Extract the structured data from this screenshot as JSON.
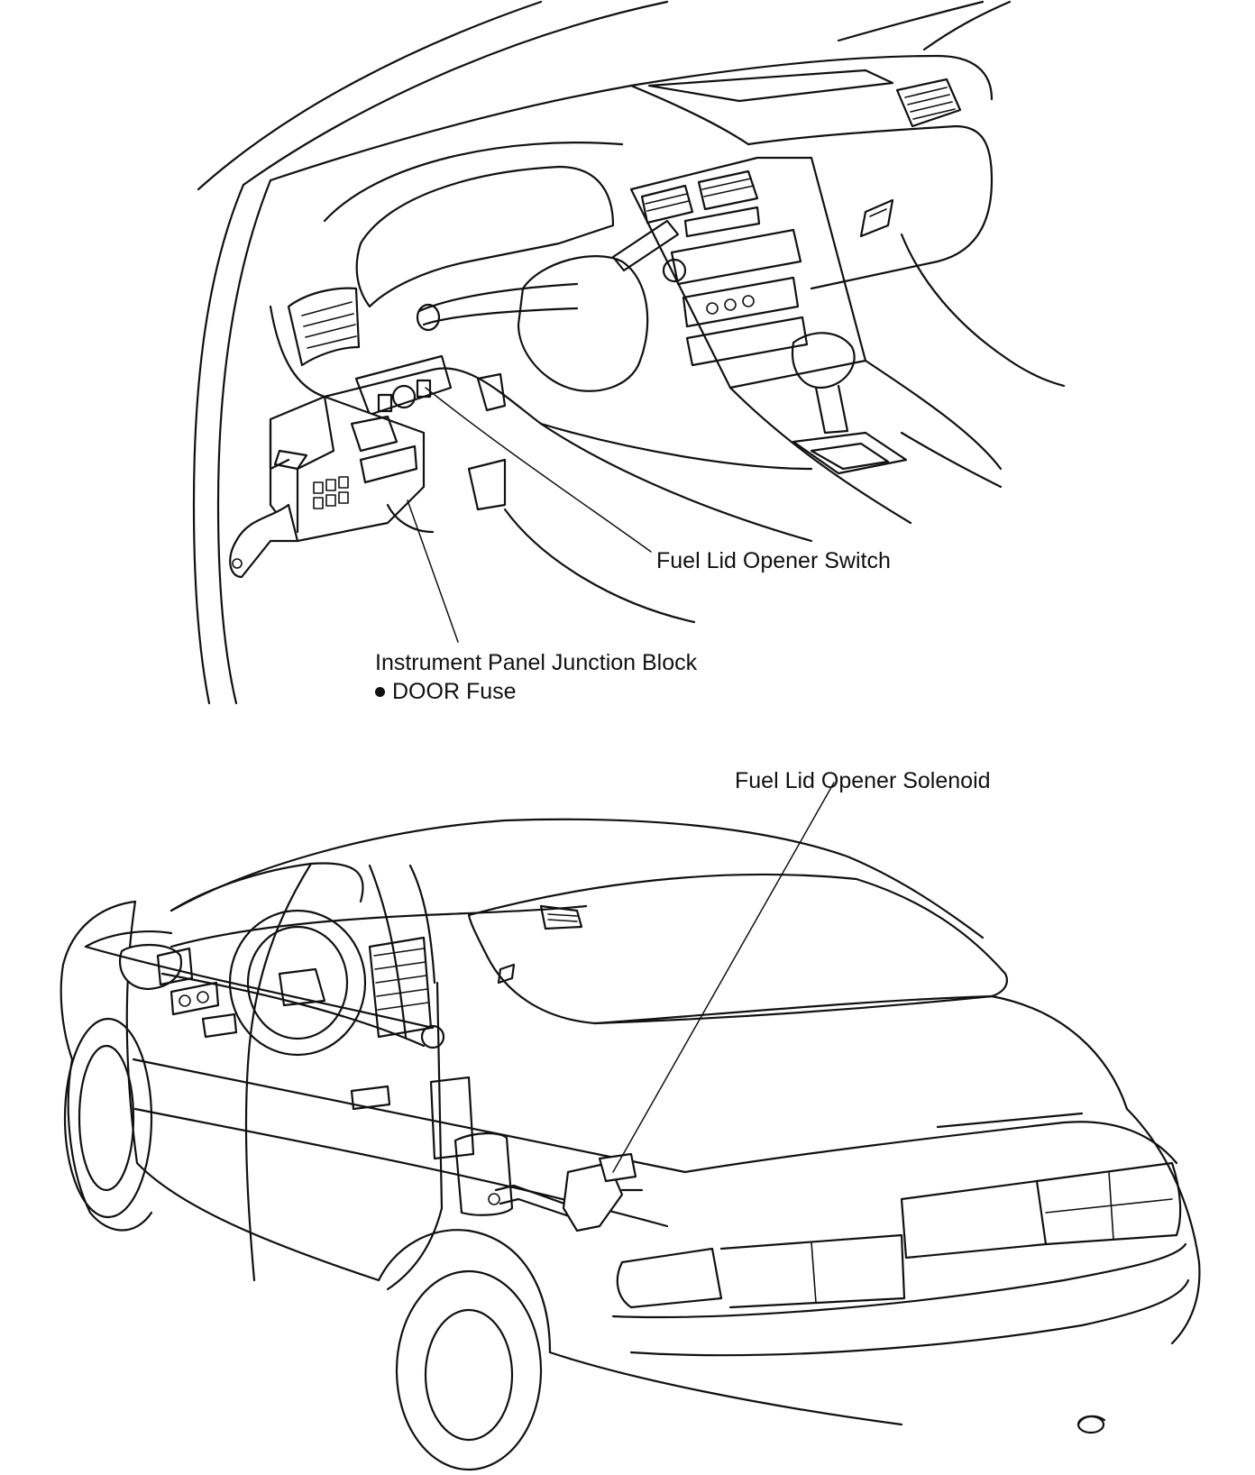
{
  "callouts": {
    "fuel_lid_opener_switch": "Fuel Lid Opener Switch",
    "instrument_panel_junction_block": "Instrument Panel Junction Block",
    "door_fuse": "DOOR Fuse",
    "fuel_lid_opener_solenoid": "Fuel Lid Opener Solenoid"
  }
}
